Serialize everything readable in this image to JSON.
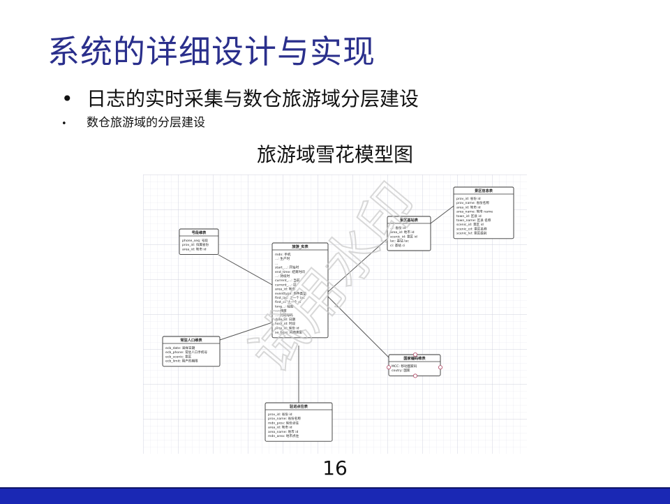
{
  "title": "系统的详细设计与实现",
  "bullets": [
    "日志的实时采集与数仓旅游域分层建设",
    "数仓旅游域的分层建设"
  ],
  "diagram": {
    "caption": "旅游域雪花模型图",
    "watermark": "试用水印",
    "colors": {
      "grid_minor": "#e4e4ee",
      "grid_major": "#cfd0de",
      "line": "#555555",
      "table_border": "#333333"
    },
    "tables": [
      {
        "id": "fact",
        "title": "旅游_实表",
        "rows": [
          "mdn: 手机",
          "...: 生产时",
          "...",
          "start_...: 开始时",
          "end_time: 结束时间",
          "...: 持续时",
          "current_...: 当前",
          "current_...: 区",
          "area_id: 地市",
          "eventtype: 事件类型",
          "first_lac: 上一个 lac",
          "first_ci: 上一个 ci",
          "long...: 经度",
          "...: 纬度",
          "...: 时间号码",
          "date_id: 日期",
          "hour_id: 时段",
          "prov_id: 省份 id",
          "sa_type: 网络类型"
        ]
      },
      {
        "id": "phone_dim",
        "title": "号段维表",
        "rows": [
          "phone_seq: 号段",
          "prov_id: 归属省份",
          "area_id: 地市 id"
        ]
      },
      {
        "id": "scenic_dim",
        "title": "景区信息表",
        "rows": [
          "prov_id: 省份 id",
          "prov_name: 省份名称",
          "area_id: 地市 id",
          "area_name: 地市 name",
          "town_id: 区县 id",
          "town_name: 区县 名称",
          "scenic_id: 景区 id",
          "scenic_cd: 景区名称",
          "scenic_lvl: 景区级别"
        ]
      },
      {
        "id": "scenic_base",
        "title": "景区基站表",
        "rows": [
          "...: 省份 id",
          "area_id: 地市 id",
          "scenic_id: 景区 id",
          "lac: 基站 lac",
          "ci: 基站 ci"
        ]
      },
      {
        "id": "resident",
        "title": "常驻人口维表",
        "rows": [
          "ecb_date: 采样日期",
          "ecb_phone: 常驻人口手机号",
          "ecb_scenic: 景区",
          "ecb_limit: 用户的期限"
        ]
      },
      {
        "id": "country",
        "title": "国家编码维表",
        "rows": [
          "MCC: 移动国家码",
          "coutry: 国家"
        ]
      },
      {
        "id": "home",
        "title": "驻进点往表",
        "rows": [
          "prov_id: 省份 id",
          "prov_name: 省份名称",
          "mdn_prov: 省份点往",
          "area_id: 地市 id",
          "area_name: 地市 id",
          "mdn_area: 地市点往"
        ]
      }
    ]
  },
  "page_number": "16"
}
